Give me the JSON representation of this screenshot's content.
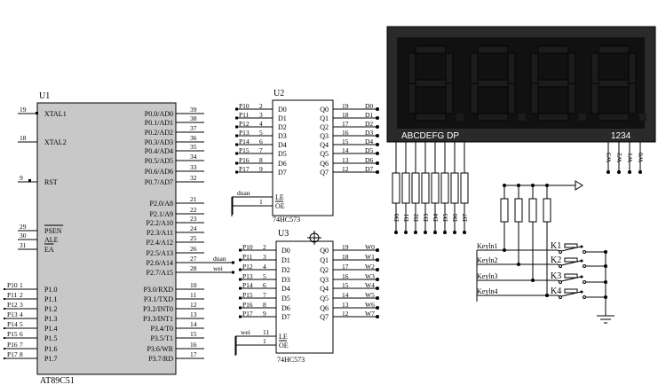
{
  "u1": {
    "designator": "U1",
    "part": "AT89C51",
    "left_pins": [
      {
        "num": "19",
        "name": "XTAL1"
      },
      {
        "num": "18",
        "name": "XTAL2"
      },
      {
        "num": "9",
        "name": "RST"
      },
      {
        "num": "29",
        "name": "PSEN"
      },
      {
        "num": "30",
        "name": "ALE"
      },
      {
        "num": "31",
        "name": "EA"
      },
      {
        "num": "1",
        "name": "P1.0",
        "net": "P10"
      },
      {
        "num": "2",
        "name": "P1.1",
        "net": "P11"
      },
      {
        "num": "3",
        "name": "P1.2",
        "net": "P12"
      },
      {
        "num": "4",
        "name": "P1.3",
        "net": "P13"
      },
      {
        "num": "5",
        "name": "P1.4",
        "net": "P14"
      },
      {
        "num": "6",
        "name": "P1.5",
        "net": "P15"
      },
      {
        "num": "7",
        "name": "P1.6",
        "net": "P16"
      },
      {
        "num": "8",
        "name": "P1.7",
        "net": "P17"
      }
    ],
    "right_pins": [
      {
        "num": "39",
        "name": "P0.0/AD0"
      },
      {
        "num": "38",
        "name": "P0.1/AD1"
      },
      {
        "num": "37",
        "name": "P0.2/AD2"
      },
      {
        "num": "36",
        "name": "P0.3/AD3"
      },
      {
        "num": "35",
        "name": "P0.4/AD4"
      },
      {
        "num": "34",
        "name": "P0.5/AD5"
      },
      {
        "num": "33",
        "name": "P0.6/AD6"
      },
      {
        "num": "32",
        "name": "P0.7/AD7"
      },
      {
        "num": "21",
        "name": "P2.0/A8"
      },
      {
        "num": "22",
        "name": "P2.1/A9"
      },
      {
        "num": "23",
        "name": "P2.2/A10"
      },
      {
        "num": "24",
        "name": "P2.3/A11"
      },
      {
        "num": "25",
        "name": "P2.4/A12"
      },
      {
        "num": "26",
        "name": "P2.5/A13"
      },
      {
        "num": "27",
        "name": "P2.6/A14",
        "net": "duan"
      },
      {
        "num": "28",
        "name": "P2.7/A15",
        "net": "wei"
      },
      {
        "num": "10",
        "name": "P3.0/RXD"
      },
      {
        "num": "11",
        "name": "P3.1/TXD"
      },
      {
        "num": "12",
        "name": "P3.2/INT0"
      },
      {
        "num": "13",
        "name": "P3.3/INT1"
      },
      {
        "num": "14",
        "name": "P3.4/T0"
      },
      {
        "num": "15",
        "name": "P3.5/T1"
      },
      {
        "num": "16",
        "name": "P3.6/WR"
      },
      {
        "num": "17",
        "name": "P3.7/RD"
      }
    ]
  },
  "u2": {
    "designator": "U2",
    "part": "74HC573",
    "inputs": [
      {
        "net": "P10",
        "num": "2",
        "name": "D0"
      },
      {
        "net": "P11",
        "num": "3",
        "name": "D1"
      },
      {
        "net": "P12",
        "num": "4",
        "name": "D2"
      },
      {
        "net": "P13",
        "num": "5",
        "name": "D3"
      },
      {
        "net": "P14",
        "num": "6",
        "name": "D4"
      },
      {
        "net": "P15",
        "num": "7",
        "name": "D5"
      },
      {
        "net": "P16",
        "num": "8",
        "name": "D6"
      },
      {
        "net": "P17",
        "num": "9",
        "name": "D7"
      }
    ],
    "outputs": [
      {
        "name": "Q0",
        "num": "19",
        "net": "D0"
      },
      {
        "name": "Q1",
        "num": "18",
        "net": "D1"
      },
      {
        "name": "Q2",
        "num": "17",
        "net": "D2"
      },
      {
        "name": "Q3",
        "num": "16",
        "net": "D3"
      },
      {
        "name": "Q4",
        "num": "15",
        "net": "D4"
      },
      {
        "name": "Q5",
        "num": "14",
        "net": "D5"
      },
      {
        "name": "Q6",
        "num": "13",
        "net": "D6"
      },
      {
        "name": "Q7",
        "num": "12",
        "net": "D7"
      }
    ],
    "le": "LE",
    "oe": "OE",
    "le_net": "duan",
    "oe_num": "1"
  },
  "u3": {
    "designator": "U3",
    "part": "74HC573",
    "inputs": [
      {
        "net": "P10",
        "num": "2",
        "name": "D0"
      },
      {
        "net": "P11",
        "num": "3",
        "name": "D1"
      },
      {
        "net": "P12",
        "num": "4",
        "name": "D2"
      },
      {
        "net": "P13",
        "num": "5",
        "name": "D3"
      },
      {
        "net": "P14",
        "num": "6",
        "name": "D4"
      },
      {
        "net": "P15",
        "num": "7",
        "name": "D5"
      },
      {
        "net": "P16",
        "num": "8",
        "name": "D6"
      },
      {
        "net": "P17",
        "num": "9",
        "name": "D7"
      }
    ],
    "outputs": [
      {
        "name": "Q0",
        "num": "19",
        "net": "W0"
      },
      {
        "name": "Q1",
        "num": "18",
        "net": "W1"
      },
      {
        "name": "Q2",
        "num": "17",
        "net": "W2"
      },
      {
        "name": "Q3",
        "num": "16",
        "net": "W3"
      },
      {
        "name": "Q4",
        "num": "15",
        "net": "W4"
      },
      {
        "name": "Q5",
        "num": "14",
        "net": "W5"
      },
      {
        "name": "Q6",
        "num": "13",
        "net": "W6"
      },
      {
        "name": "Q7",
        "num": "12",
        "net": "W7"
      }
    ],
    "le": "LE",
    "oe": "OE",
    "le_net": "wei",
    "le_num": "11",
    "oe_num": "1"
  },
  "display": {
    "segment_label": "ABCDEFG  DP",
    "digit_label": "1234",
    "segment_nets": [
      "D0",
      "D1",
      "D2",
      "D3",
      "D4",
      "D5",
      "D6",
      "D7"
    ],
    "digit_nets": [
      "W3",
      "W2",
      "W1",
      "W0"
    ]
  },
  "keys": {
    "inputs": [
      "Keyln1",
      "Keyln2",
      "Keyln3",
      "Keyln4"
    ],
    "switches": [
      "K1",
      "K2",
      "K3",
      "K4"
    ]
  },
  "nets": {
    "duan": "duan",
    "wei": "wei"
  }
}
